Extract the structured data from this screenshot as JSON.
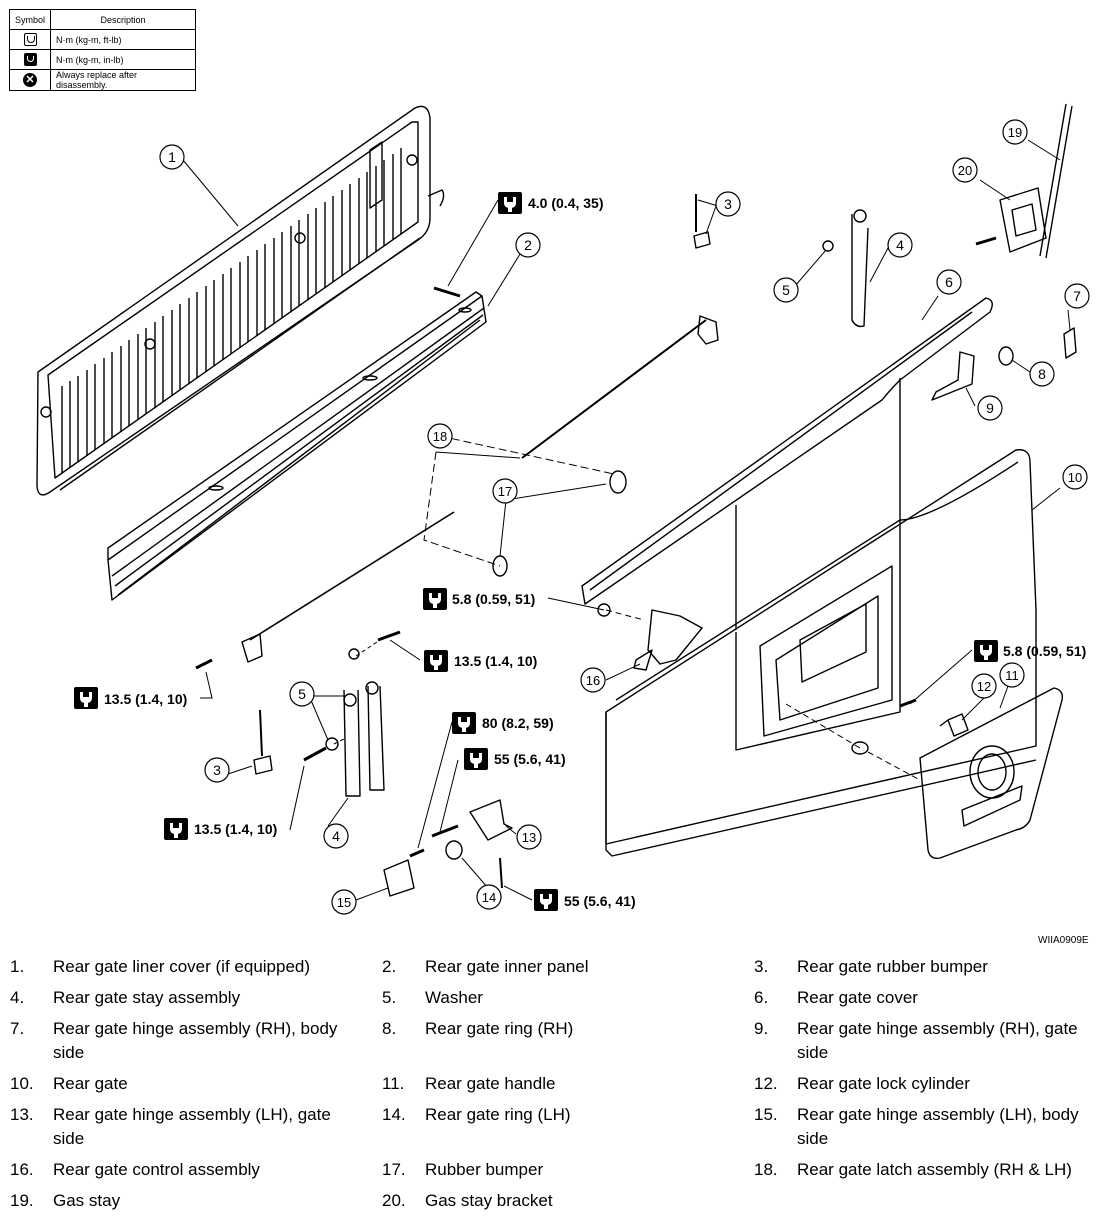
{
  "legend": {
    "header_symbol": "Symbol",
    "header_description": "Description",
    "rows": [
      {
        "icon": "torque-wrench-ft-lb-icon",
        "text": "N·m (kg-m, ft-lb)"
      },
      {
        "icon": "torque-wrench-in-lb-icon",
        "text": "N·m (kg-m, in-lb)"
      },
      {
        "icon": "replace-x-icon",
        "text": "Always replace after disassembly."
      }
    ]
  },
  "torque": {
    "t1": "4.0 (0.4, 35)",
    "t2": "5.8 (0.59, 51)",
    "t3": "5.8 (0.59, 51)",
    "t4": "13.5 (1.4, 10)",
    "t5": "13.5 (1.4, 10)",
    "t6": "13.5 (1.4, 10)",
    "t7": "80 (8.2, 59)",
    "t8": "55 (5.6, 41)",
    "t9": "55 (5.6, 41)"
  },
  "callouts": [
    "1",
    "2",
    "3",
    "3",
    "4",
    "4",
    "5",
    "5",
    "6",
    "7",
    "8",
    "9",
    "10",
    "11",
    "12",
    "13",
    "14",
    "15",
    "16",
    "17",
    "18",
    "19",
    "20"
  ],
  "reference": "WIIA0909E",
  "parts": [
    {
      "num": "1.",
      "text": "Rear gate liner cover (if equipped)"
    },
    {
      "num": "2.",
      "text": "Rear gate inner panel"
    },
    {
      "num": "3.",
      "text": "Rear gate rubber bumper"
    },
    {
      "num": "4.",
      "text": "Rear gate stay assembly"
    },
    {
      "num": "5.",
      "text": "Washer"
    },
    {
      "num": "6.",
      "text": "Rear gate cover"
    },
    {
      "num": "7.",
      "text": "Rear gate hinge assembly (RH), body side"
    },
    {
      "num": "8.",
      "text": "Rear gate ring (RH)"
    },
    {
      "num": "9.",
      "text": "Rear gate hinge assembly (RH), gate side"
    },
    {
      "num": "10.",
      "text": "Rear gate"
    },
    {
      "num": "11.",
      "text": "Rear gate handle"
    },
    {
      "num": "12.",
      "text": "Rear gate lock cylinder"
    },
    {
      "num": "13.",
      "text": "Rear gate hinge assembly (LH), gate side"
    },
    {
      "num": "14.",
      "text": "Rear gate ring (LH)"
    },
    {
      "num": "15.",
      "text": "Rear gate hinge assembly (LH), body side"
    },
    {
      "num": "16.",
      "text": "Rear gate control assembly"
    },
    {
      "num": "17.",
      "text": "Rubber bumper"
    },
    {
      "num": "18.",
      "text": "Rear gate latch assembly (RH & LH)"
    },
    {
      "num": "19.",
      "text": "Gas stay"
    },
    {
      "num": "20.",
      "text": "Gas stay bracket"
    }
  ]
}
